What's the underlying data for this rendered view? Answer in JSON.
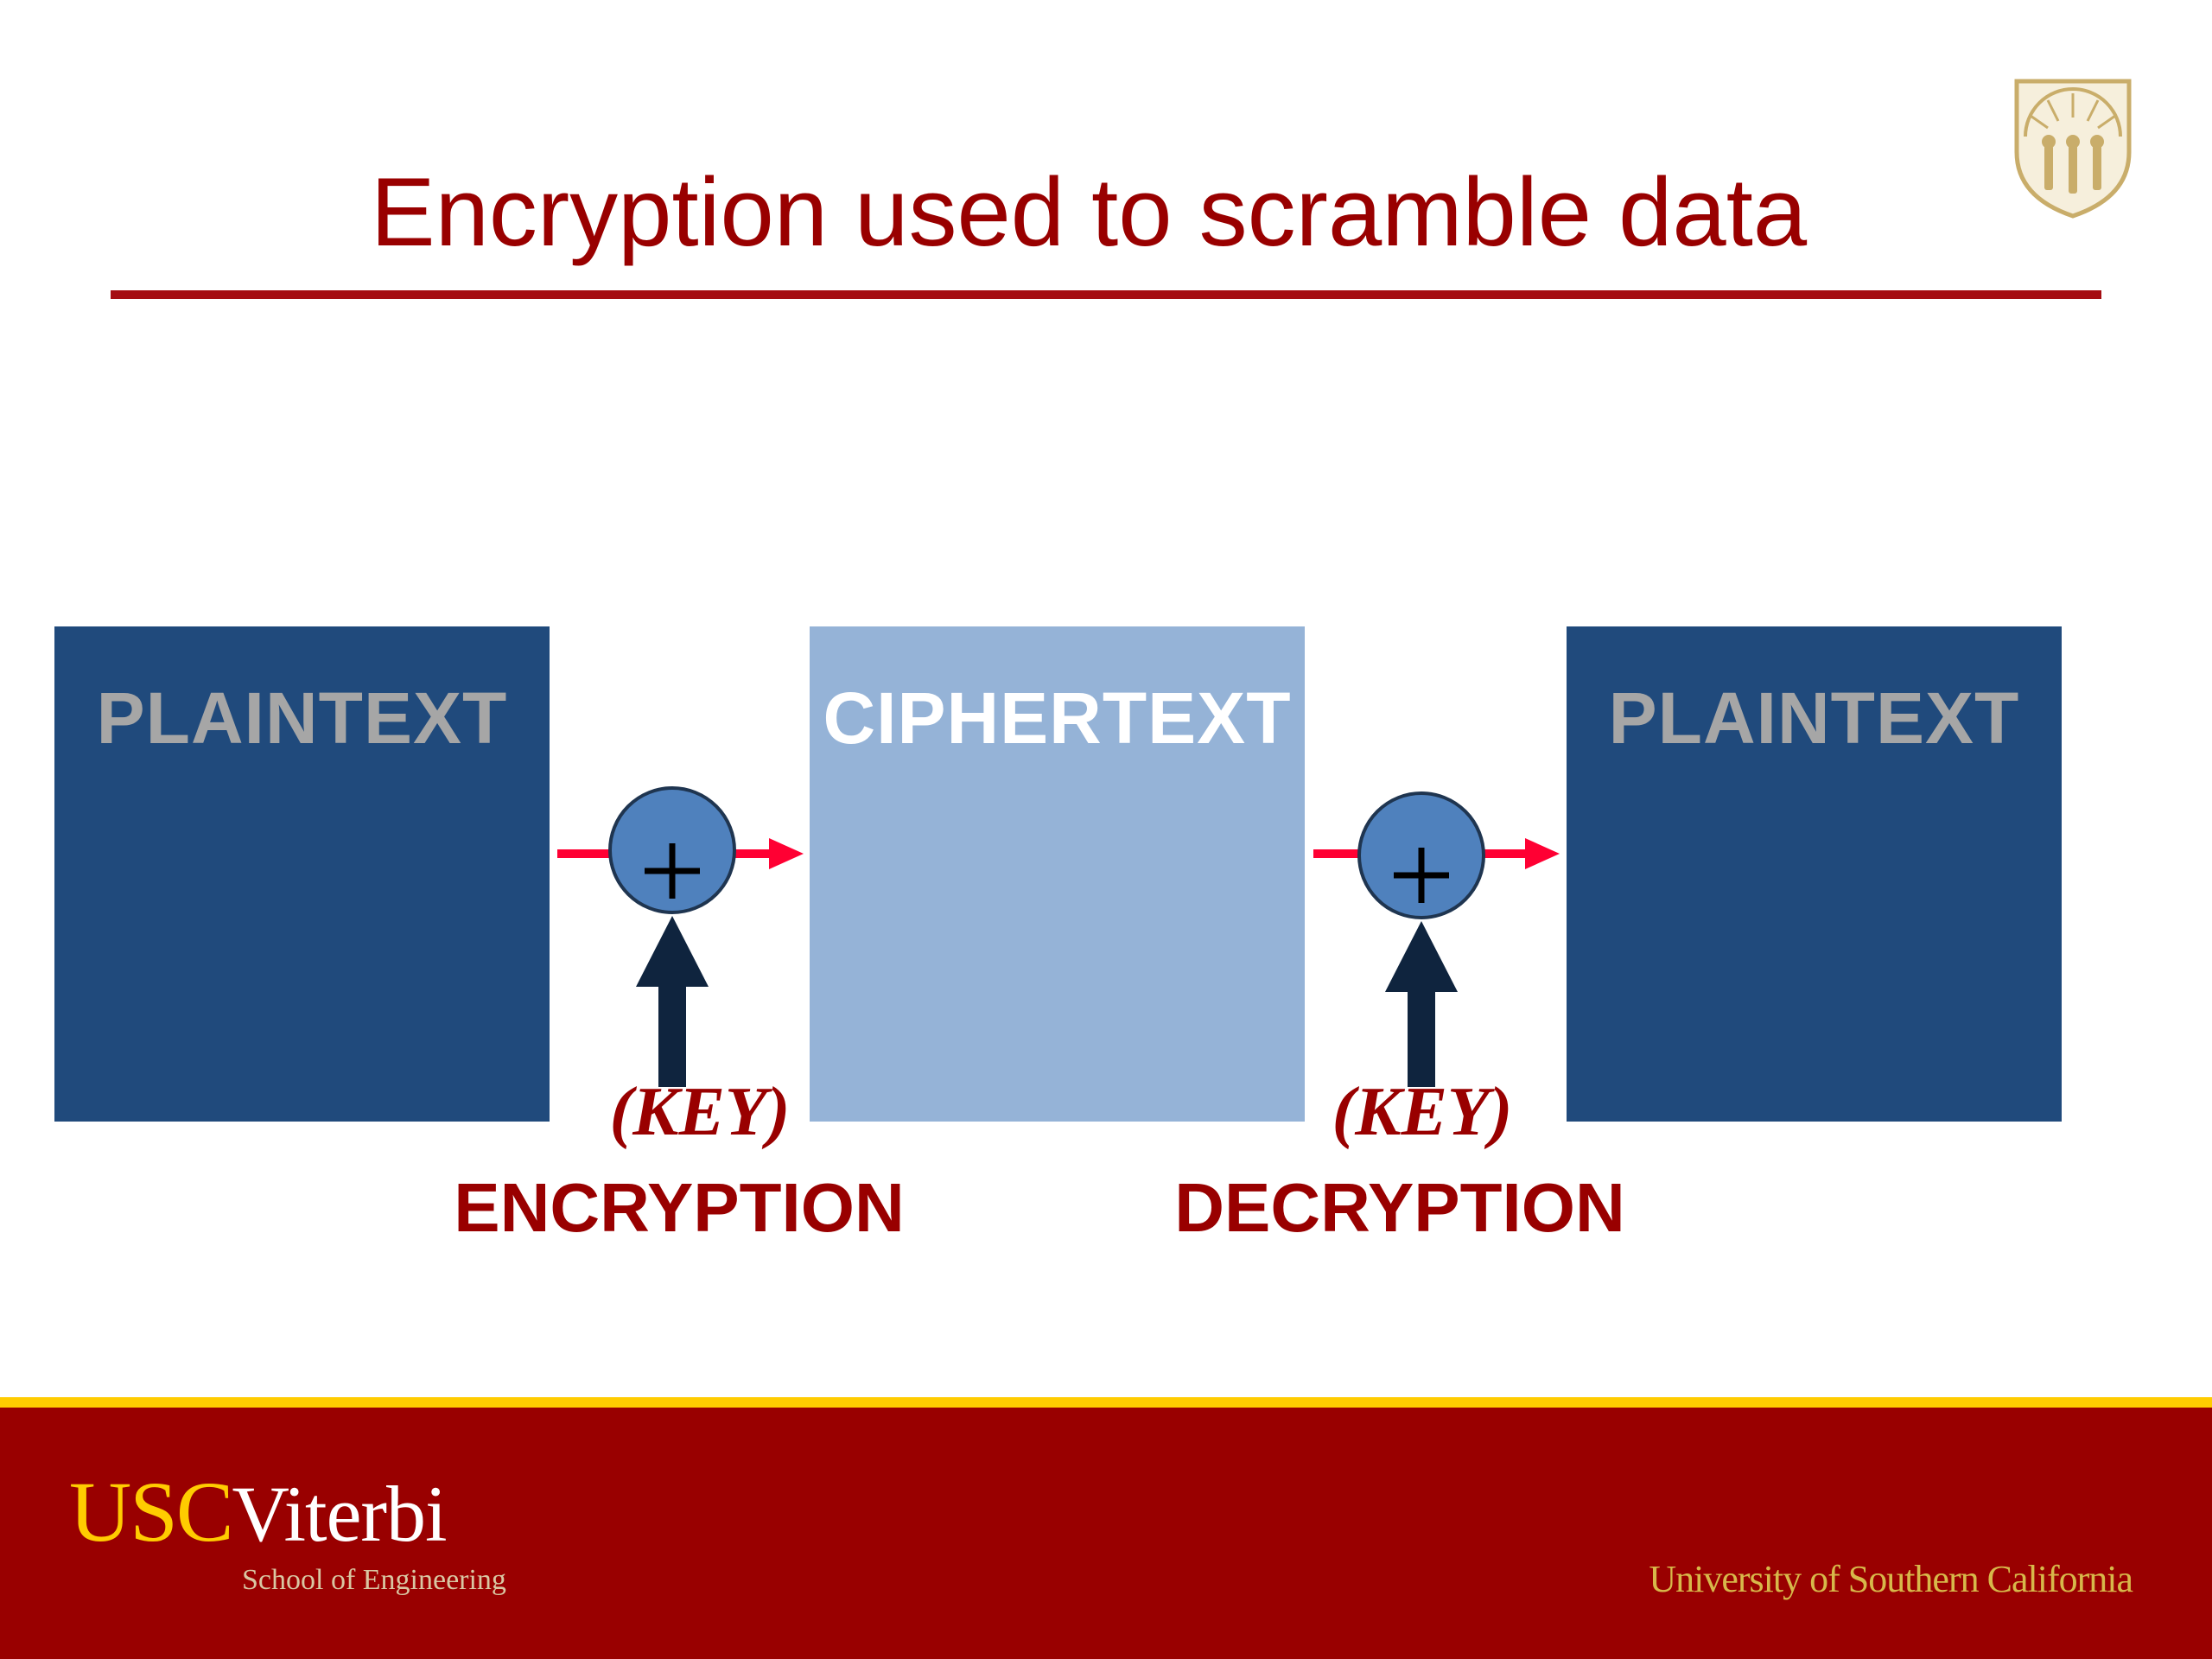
{
  "slide": {
    "title": "Encryption used to scramble data"
  },
  "diagram": {
    "boxes": [
      {
        "label": "PLAINTEXT"
      },
      {
        "label": "CIPHERTEXT"
      },
      {
        "label": "PLAINTEXT"
      }
    ],
    "operator_symbol": "+",
    "key_label": "(KEY)",
    "encryption_label": "ENCRYPTION",
    "decryption_label": "DECRYPTION",
    "colors": {
      "dark_box": "#204a7c",
      "light_box": "#95b3d7",
      "operator_circle": "#4f81bd",
      "flow_arrow": "#ff0033",
      "key_arrow": "#0f243e",
      "label_red": "#990000"
    }
  },
  "footer": {
    "brand_usc": "USC",
    "brand_viterbi": "Viterbi",
    "school": "School of Engineering",
    "university": "University of Southern California",
    "colors": {
      "band": "#990000",
      "stripe": "#ffcc00"
    }
  },
  "icons": {
    "seal": "usc-seal-icon",
    "operator": "plus-circle-icon"
  }
}
